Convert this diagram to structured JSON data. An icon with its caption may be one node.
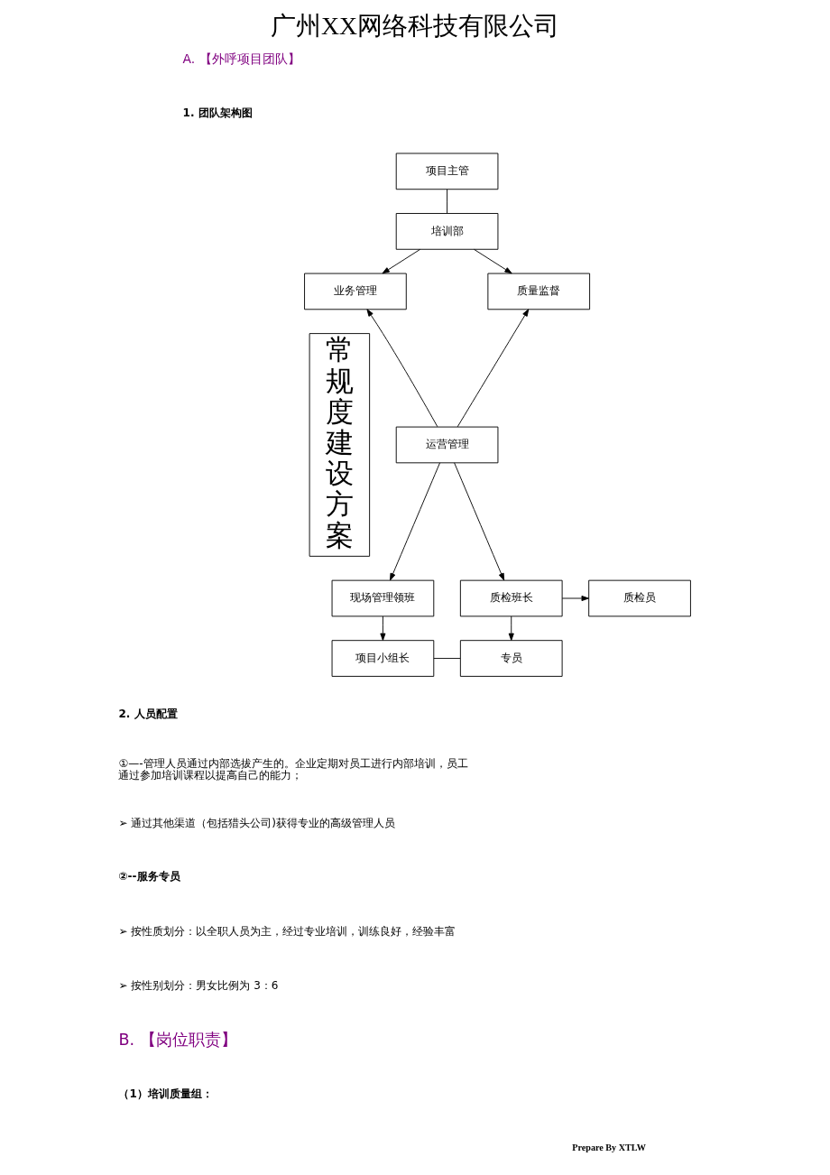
{
  "diagram": {
    "title": "广州XX网络科技有限公司",
    "nodes": [
      {
        "text": [
          "常规度建设方案"
        ]
      },
      {
        "text": [
          "项目主管"
        ]
      },
      {
        "text": [
          "培训部"
        ]
      },
      {
        "text": [
          "业务管理"
        ]
      },
      {
        "text": [
          "运营管理"
        ]
      },
      {
        "text": [
          "质量监督"
        ]
      },
      {
        "text": [
          "现场管理领班"
        ]
      },
      {
        "text": [
          "质检班长"
        ]
      },
      {
        "text": [
          "质检员"
        ]
      },
      {
        "text": [
          "项目小组长"
        ]
      },
      {
        "text": [
          "专员"
        ]
      }
    ],
    "edges": [
      {
        "from": 1,
        "to": 2,
        "arrow": "none"
      },
      {
        "from": 2,
        "to": 3,
        "arrow": "to"
      },
      {
        "from": 2,
        "to": 5,
        "arrow": "to"
      },
      {
        "from": 4,
        "to": 3,
        "arrow": "to"
      },
      {
        "from": 4,
        "to": 5,
        "arrow": "to"
      },
      {
        "from": 4,
        "to": 6,
        "arrow": "to"
      },
      {
        "from": 4,
        "to": 7,
        "arrow": "to"
      },
      {
        "from": 6,
        "to": 9,
        "arrow": "to"
      },
      {
        "from": 7,
        "to": 8,
        "arrow": "to"
      },
      {
        "from": 7,
        "to": 10,
        "arrow": "to"
      },
      {
        "from": 9,
        "to": 10,
        "arrow": "none"
      }
    ],
    "labels": [
      "A. 【外呼项目团队】",
      "1. 团队架构图",
      "2. 人员配置",
      "①—-管理人员通过内部选拔产生的。企业定期对员工进行内部培训，员工通过参加培训课程以提高自己的能力；",
      "➢ 通过其他渠道（包括猎头公司)获得专业的高级管理人员",
      "②--服务专员",
      "➢ 按性质划分：以全职人员为主，经过专业培训，训练良好，经验丰富",
      "➢ 按性别划分：男女比例为 3：6",
      "B. 【岗位职责】",
      "（1）培训质量组：",
      "Prepare By XTLW"
    ]
  }
}
